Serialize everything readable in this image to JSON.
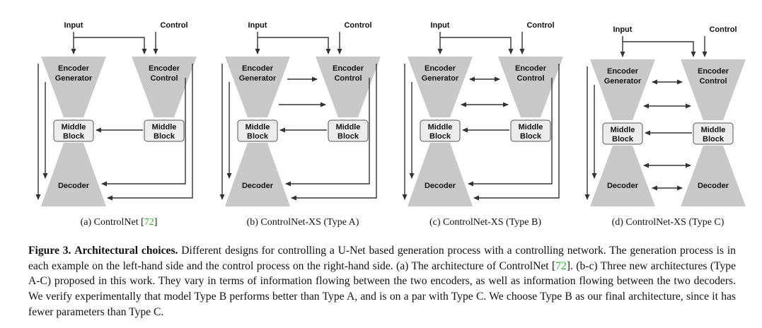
{
  "labels": {
    "input": "Input",
    "control": "Control",
    "encoder_generator": [
      "Encoder",
      "Generator"
    ],
    "encoder_control": [
      "Encoder",
      "Control"
    ],
    "middle_block": [
      "Middle",
      "Block"
    ],
    "decoder": "Decoder"
  },
  "subfigures": [
    {
      "prefix": "(a) ControlNet [",
      "ref": "72",
      "suffix": "]"
    },
    {
      "prefix": "(b) ControlNet-XS (Type A)",
      "ref": "",
      "suffix": ""
    },
    {
      "prefix": "(c) ControlNet-XS (Type B)",
      "ref": "",
      "suffix": ""
    },
    {
      "prefix": "(d) ControlNet-XS (Type C)",
      "ref": "",
      "suffix": ""
    }
  ],
  "caption": {
    "figure_label": "Figure 3.",
    "title": "Architectural choices.",
    "text_1": " Different designs for controlling a U-Net based generation process with a controlling network. The generation process is in each example on the left-hand side and the control process on the right-hand side. (a) The architecture of ControlNet [",
    "ref": "72",
    "text_2": "]. (b-c) Three new architectures (Type A-C) proposed in this work. They vary in terms of information flowing between the two encoders, as well as information flowing between the two decoders. We verify experimentally that model Type B performs better than Type A, and is on a par with Type C. We choose Type B as our final architecture, since it has fewer parameters than Type C."
  }
}
